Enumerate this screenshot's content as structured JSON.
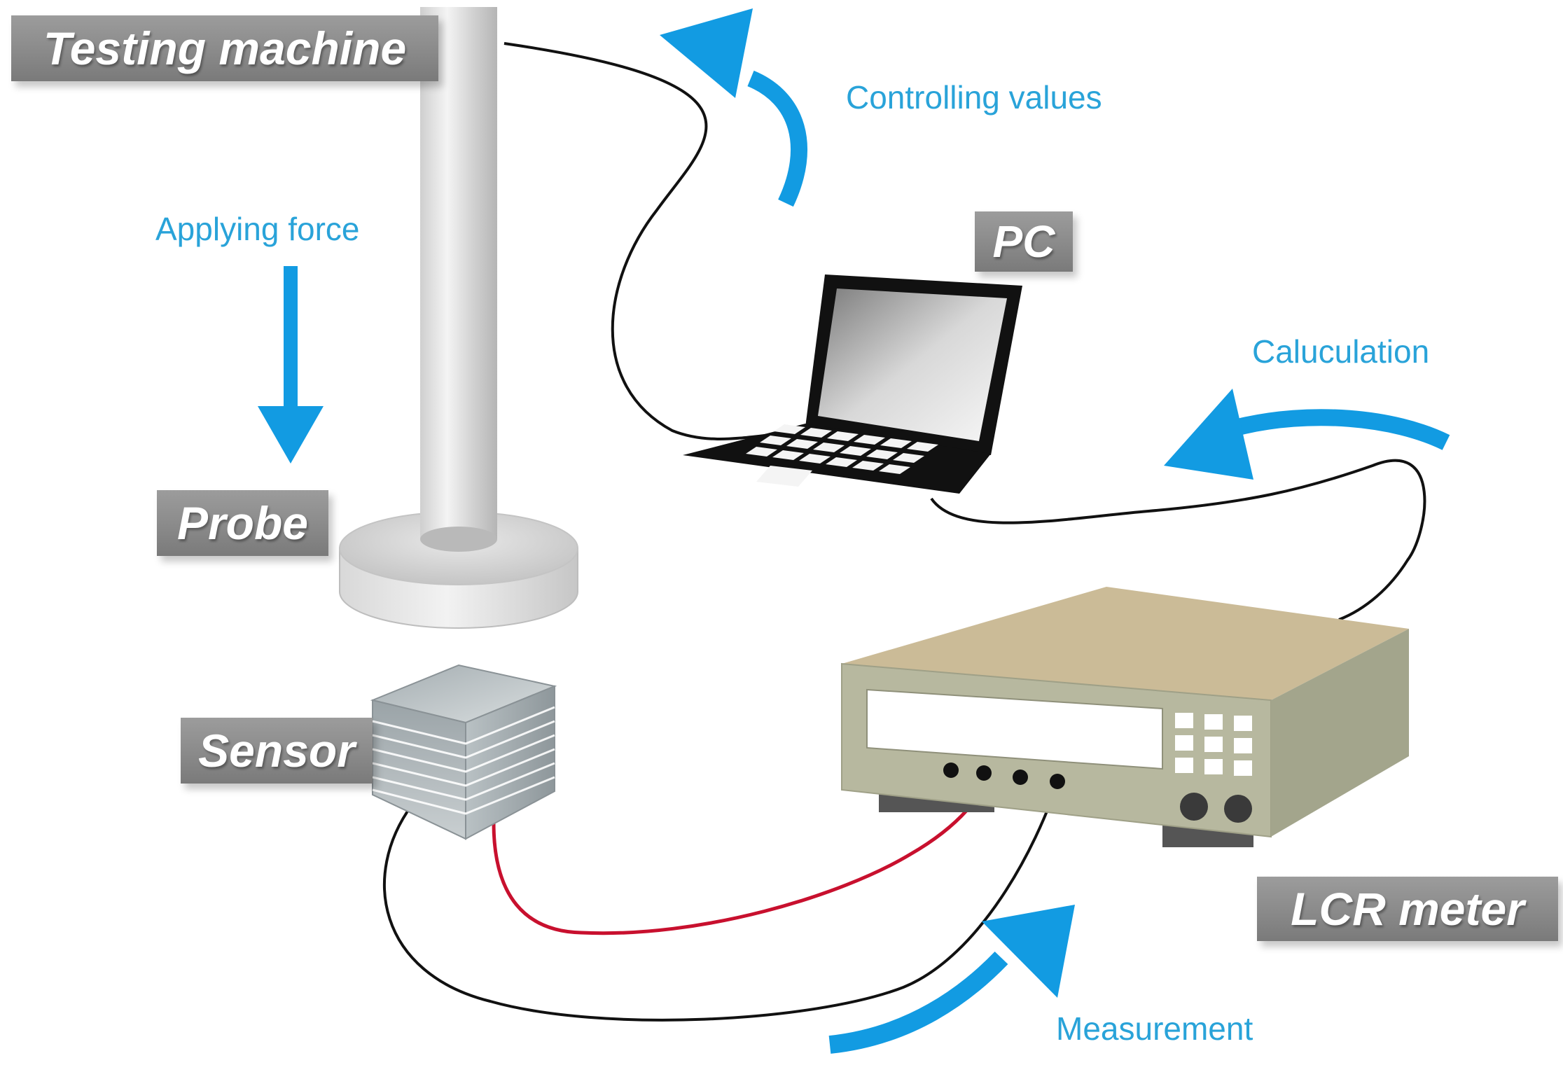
{
  "labels": {
    "testing_machine": "Testing machine",
    "probe": "Probe",
    "sensor": "Sensor",
    "pc": "PC",
    "lcr_meter": "LCR meter"
  },
  "flows": {
    "applying_force": "Applying force",
    "controlling_values": "Controlling values",
    "calculation": "Caluculation",
    "measurement": "Measurement"
  },
  "colors": {
    "arrow": "#129be2",
    "label_text": "#29a3d9",
    "tag_bg": "#8f8f8f",
    "red_wire": "#c8102e",
    "black_wire": "#111111",
    "meter_body": "#b7b89f",
    "meter_top": "#cbbb97"
  }
}
